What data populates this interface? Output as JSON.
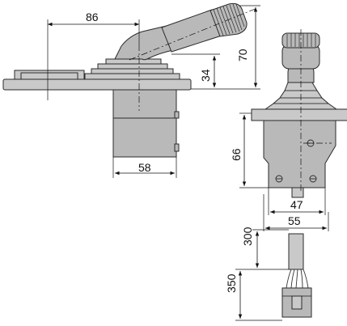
{
  "dimensions": {
    "lever_reach": "86",
    "total_height": "70",
    "boot_height": "34",
    "housing_width_side": "58",
    "housing_height": "66",
    "housing_width_inner": "47",
    "housing_width_outer": "55",
    "cable_length_to_connector": "300",
    "cable_length_total": "350"
  }
}
